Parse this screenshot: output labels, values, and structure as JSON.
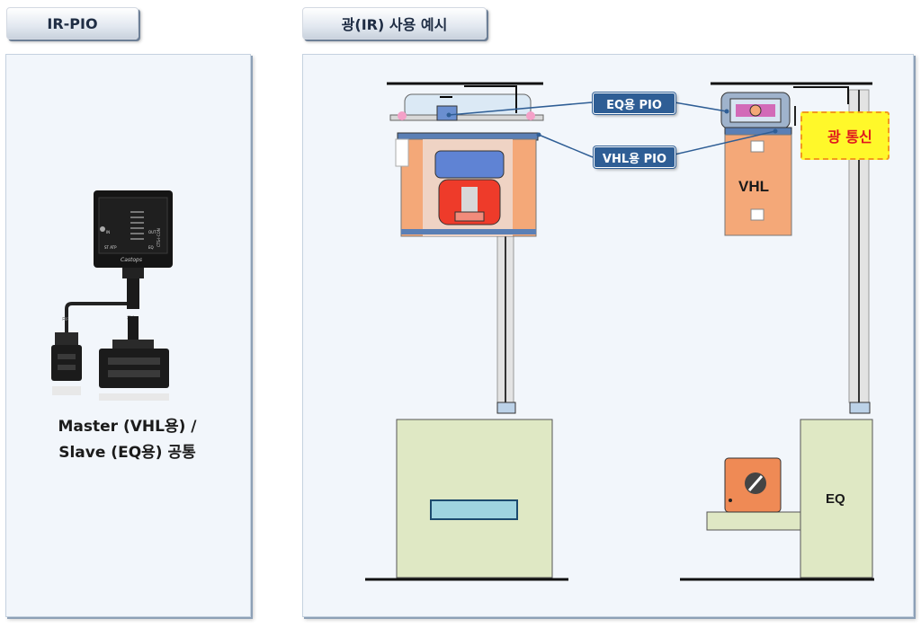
{
  "left_tab": {
    "title": "IR-PIO"
  },
  "right_tab": {
    "title": "광(IR) 사용 예시"
  },
  "left_panel": {
    "caption_line1": "Master (VHL용) /",
    "caption_line2": "Slave (EQ용) 공통",
    "device_brand": "Castops",
    "device_model": "CTS-I-CON",
    "device_labels": {
      "in": "IN",
      "out": "OUT",
      "st_ant": "ST ATP",
      "eq": "EQ"
    }
  },
  "right_panel": {
    "callout_eq_pio": "EQ용 PIO",
    "callout_vhl_pio": "VHL용 PIO",
    "optical_comm": "광 통신",
    "vhl_label": "VHL",
    "eq_label": "EQ"
  },
  "colors": {
    "callout_blue": "#2f5e95",
    "vehicle_orange": "#f4a878",
    "equipment_green": "#dfe8c4",
    "highlight_yellow": "#fff82a",
    "arrow_red": "#e0171d"
  }
}
